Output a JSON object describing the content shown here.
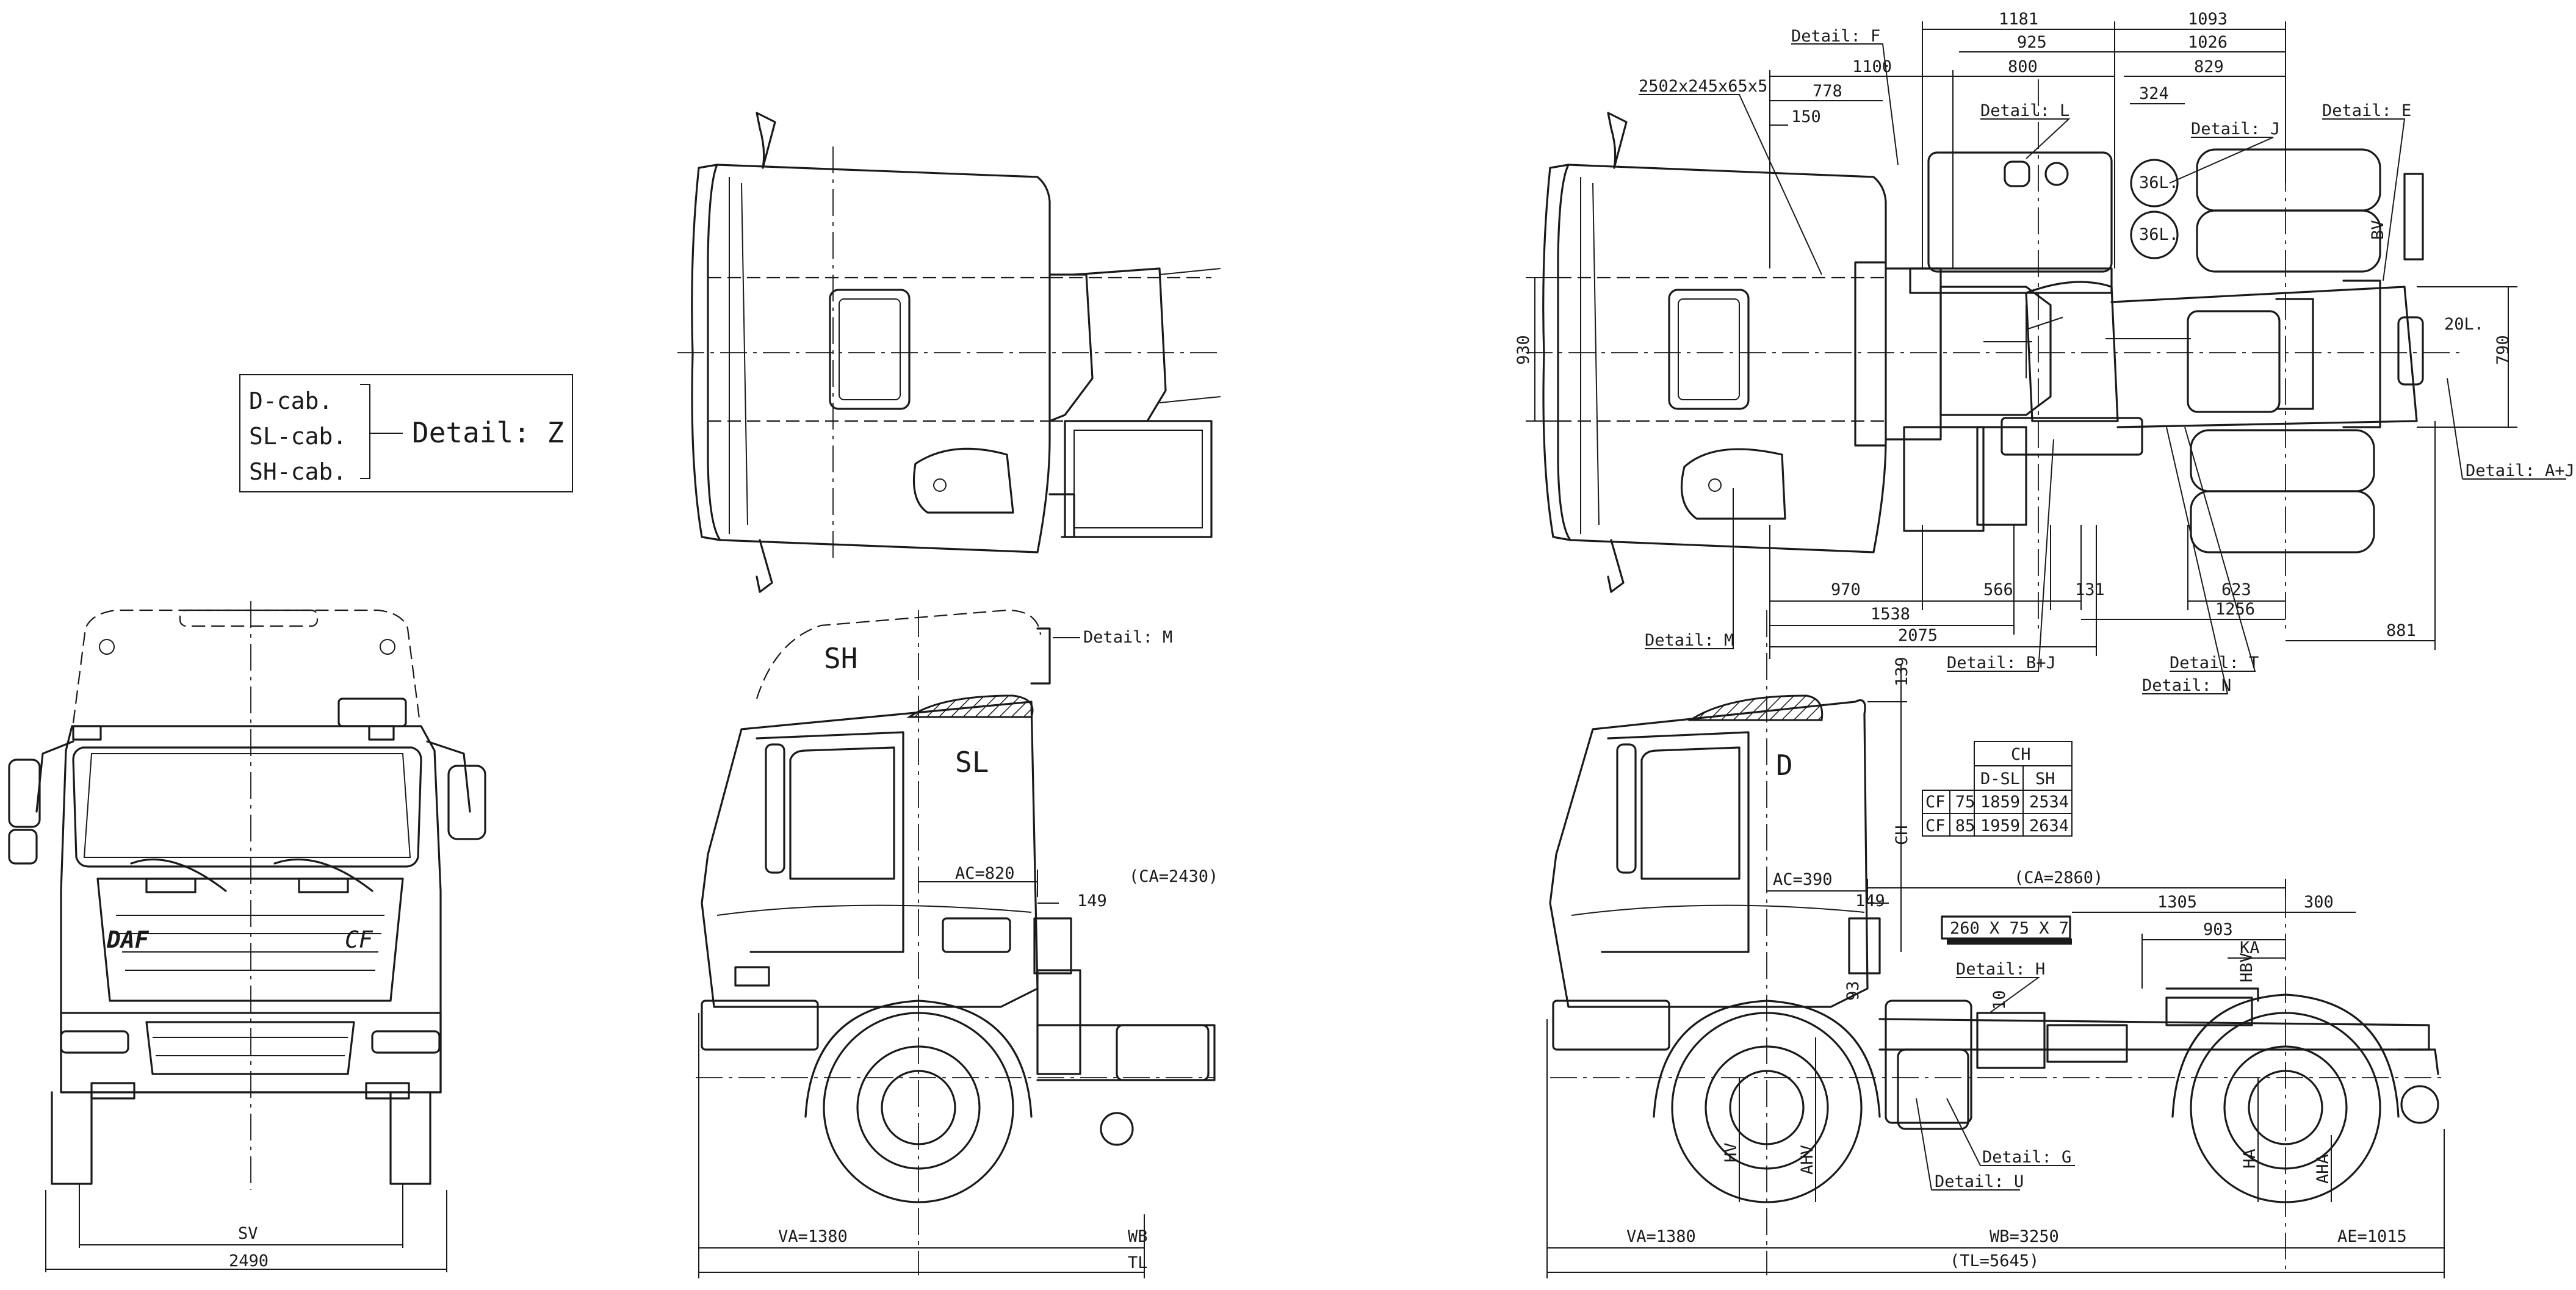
{
  "legend": {
    "cabs": [
      "D-cab.",
      "SL-cab.",
      "SH-cab."
    ],
    "detail": "Detail: Z"
  },
  "front_view": {
    "brand": "DAF",
    "model_badge": "CF",
    "sv": "SV",
    "overall_width": "2490"
  },
  "side_view_left": {
    "sh_label": "SH",
    "sl_label": "SL",
    "ac": "AC=820",
    "ca": "(CA=2430)",
    "dim_149": "149",
    "va": "VA=1380",
    "wb": "WB",
    "tl": "TL",
    "detail_m": "Detail: M"
  },
  "top_view": {
    "details": {
      "f": "Detail: F",
      "l": "Detail: L",
      "j": "Detail: J",
      "e": "Detail: E",
      "aj": "Detail: A+J",
      "m": "Detail: M",
      "bj": "Detail: B+J",
      "t": "Detail: T",
      "n": "Detail: N"
    },
    "plate": "2502x245x65x5",
    "tank_36a": "36L.",
    "tank_36b": "36L.",
    "tank_20": "20L.",
    "bv": "BV",
    "dims": {
      "d1181": "1181",
      "d1093": "1093",
      "d925": "925",
      "d1026": "1026",
      "d1100": "1100",
      "d800": "800",
      "d829": "829",
      "d778": "778",
      "d324": "324",
      "d150": "150",
      "d930": "930",
      "d790": "790",
      "d970": "970",
      "d566": "566",
      "d131": "131",
      "d623": "623",
      "d1538": "1538",
      "d1256": "1256",
      "d2075": "2075",
      "d881": "881"
    }
  },
  "side_view_right": {
    "d_label": "D",
    "ch": "CH",
    "dim_139": "139",
    "ac": "AC=390",
    "dim_149": "149",
    "ca": "(CA=2860)",
    "d1305": "1305",
    "d300": "300",
    "d903": "903",
    "ka": "KA",
    "hbv": "HBV",
    "plate": "260 X 75 X 7",
    "detail_h": "Detail: H",
    "detail_g": "Detail: G",
    "detail_u": "Detail: U",
    "d10": "10",
    "d93": "93",
    "hv": "HV",
    "ahv": "AHV",
    "ha": "HA",
    "aha": "AHA",
    "va": "VA=1380",
    "wb": "WB=3250",
    "ae": "AE=1015",
    "tl": "(TL=5645)",
    "ch_table": {
      "head": "CH",
      "cols": [
        "D-SL",
        "SH"
      ],
      "rows": [
        {
          "model": "CF 75",
          "dsl": "1859",
          "sh": "2534"
        },
        {
          "model": "CF 85",
          "dsl": "1959",
          "sh": "2634"
        }
      ]
    }
  }
}
